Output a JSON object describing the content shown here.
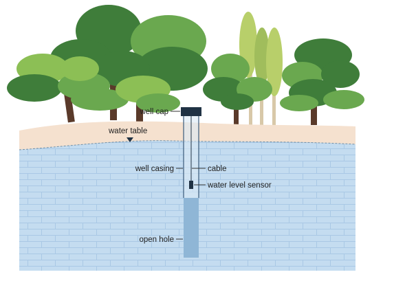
{
  "labels": {
    "well_cap": "well cap",
    "water_table": "water table",
    "well_casing": "well casing",
    "cable": "cable",
    "water_level_sensor": "water level sensor",
    "open_hole": "open hole"
  },
  "colors": {
    "sand": "#f5e1cf",
    "groundwater": "#c4dcf0",
    "brick_lines": "#a9c8e5",
    "tree_dark": "#3f7d3a",
    "tree_mid": "#6aa84f",
    "tree_light": "#8cbf55",
    "trunk": "#5a3a2a",
    "well_cap": "#203244",
    "open_hole": "#8fb6d6"
  }
}
